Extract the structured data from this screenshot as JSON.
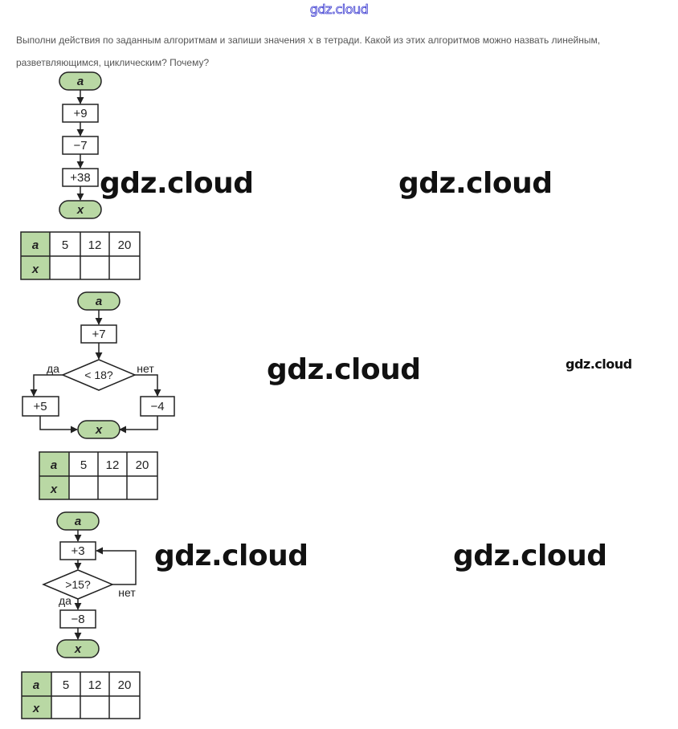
{
  "header": {
    "logo_text": "gdz.cloud"
  },
  "task": {
    "before_var": "Выполни действия по заданным алгоритмам и запиши значения ",
    "var_name": "x",
    "after_var": " в тетради. Какой из этих алгоритмов можно назвать линейным, разветвляющимся, циклическим? Почему?"
  },
  "watermarks": [
    "gdz.cloud",
    "gdz.cloud",
    "gdz.cloud",
    "gdz.cloud",
    "gdz.cloud",
    "gdz.cloud"
  ],
  "algorithm1": {
    "start": "a",
    "steps": [
      "+9",
      "−7",
      "+38"
    ],
    "end": "x",
    "table": {
      "row_a_label": "a",
      "row_x_label": "x",
      "a_values": [
        "5",
        "12",
        "20"
      ]
    }
  },
  "algorithm2": {
    "start": "a",
    "step": "+7",
    "condition": "< 18?",
    "yes_label": "да",
    "no_label": "нет",
    "yes_step": "+5",
    "no_step": "−4",
    "end": "x",
    "table": {
      "row_a_label": "a",
      "row_x_label": "x",
      "a_values": [
        "5",
        "12",
        "20"
      ]
    }
  },
  "algorithm3": {
    "start": "a",
    "step": "+3",
    "condition": ">15?",
    "no_label": "нет",
    "yes_label": "да",
    "after_step": "−8",
    "end": "x",
    "table": {
      "row_a_label": "a",
      "row_x_label": "x",
      "a_values": [
        "5",
        "12",
        "20"
      ]
    }
  },
  "colors": {
    "terminal_fill": "#b9d8a4",
    "label_cell_fill": "#b9d8a4",
    "line": "#222222"
  }
}
